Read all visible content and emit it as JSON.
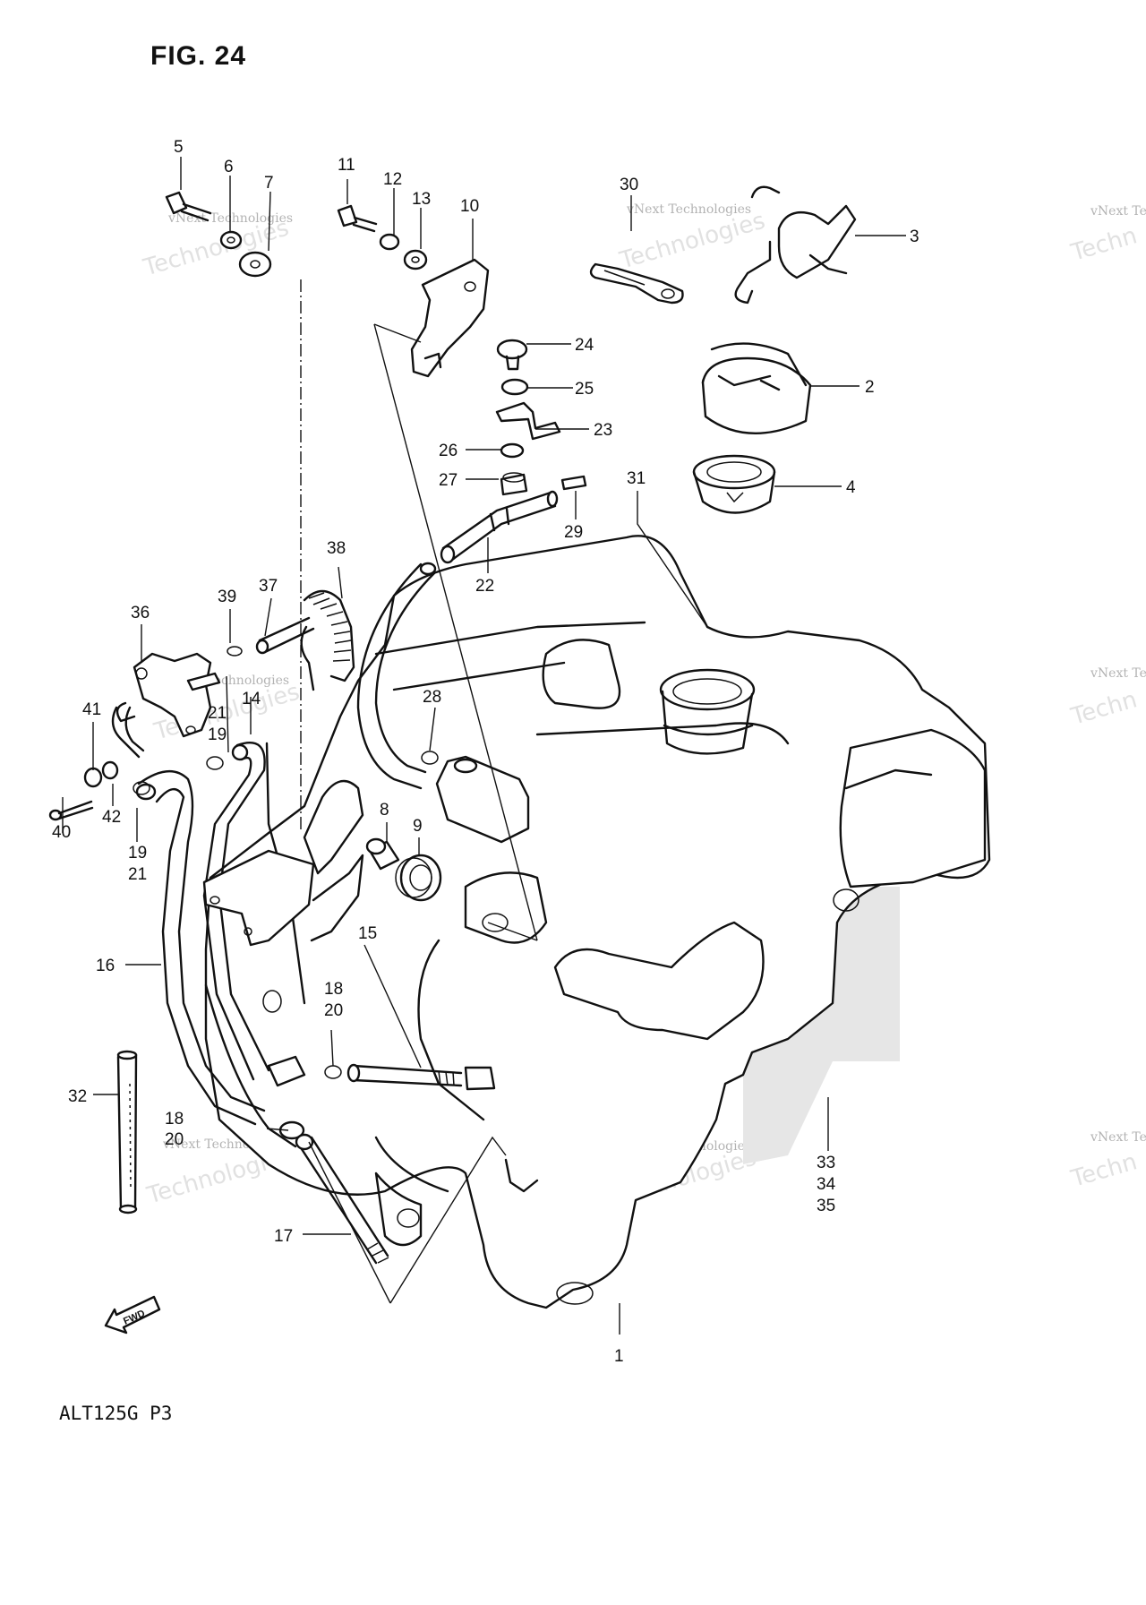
{
  "title": "FIG. 24",
  "footer": "ALT125G  P3",
  "fwd_label": "FWD",
  "watermarks": {
    "small": "vNext Technologies",
    "big": "Technologies",
    "big_edge": "Techn",
    "small_edge": "vNext Te",
    "small_edge2": "vNext",
    "big_edge2": "Techno",
    "small_vert": "vNext"
  },
  "callouts": {
    "c1": "1",
    "c2": "2",
    "c3": "3",
    "c4": "4",
    "c5": "5",
    "c6": "6",
    "c7": "7",
    "c8": "8",
    "c9": "9",
    "c10": "10",
    "c11": "11",
    "c12": "12",
    "c13": "13",
    "c14": "14",
    "c15": "15",
    "c16": "16",
    "c17": "17",
    "c18a": "18",
    "c20a": "20",
    "c18b": "18",
    "c20b": "20",
    "c19a": "19",
    "c21a": "21",
    "c19b": "19",
    "c21b": "21",
    "c22": "22",
    "c23": "23",
    "c24": "24",
    "c25": "25",
    "c26": "26",
    "c27": "27",
    "c28": "28",
    "c29": "29",
    "c30": "30",
    "c31": "31",
    "c32": "32",
    "c33": "33",
    "c34": "34",
    "c35": "35",
    "c36": "36",
    "c37": "37",
    "c38": "38",
    "c39": "39",
    "c40": "40",
    "c41": "41",
    "c42": "42"
  }
}
